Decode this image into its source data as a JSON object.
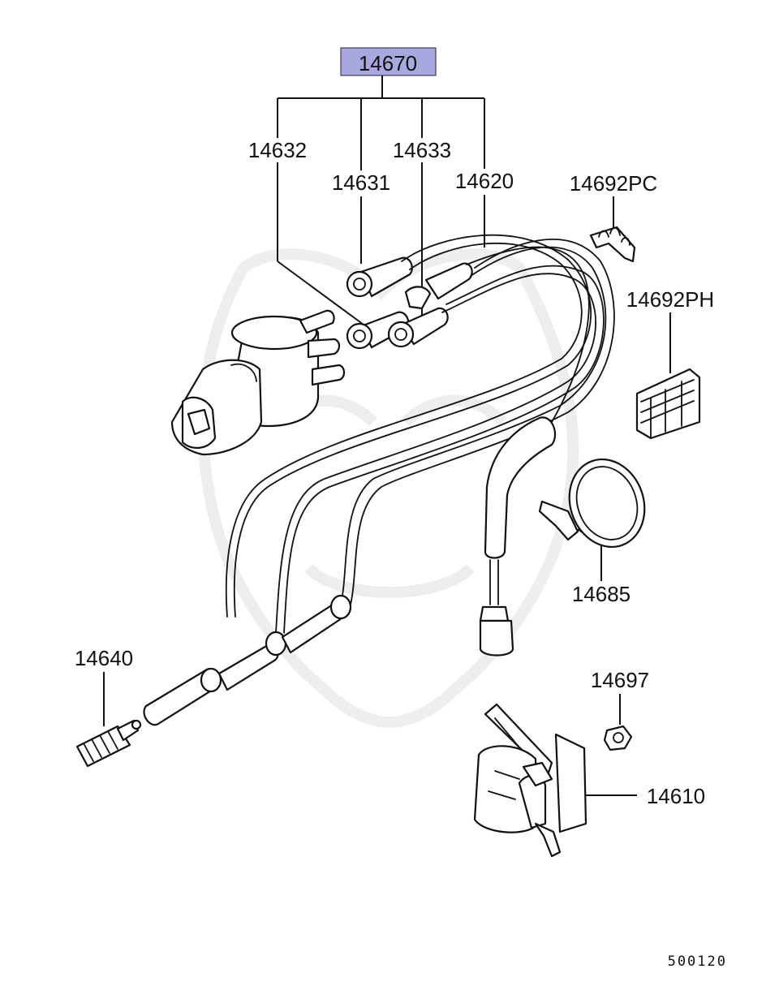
{
  "highlight_color": "#a8a8e0",
  "assembly": {
    "number": "14670"
  },
  "labels": {
    "p14632": "14632",
    "p14631": "14631",
    "p14633": "14633",
    "p14620": "14620",
    "p14692pc": "14692PC",
    "p14692ph": "14692PH",
    "p14685": "14685",
    "p14640": "14640",
    "p14697": "14697",
    "p14610": "14610"
  },
  "diagram_code": "500120"
}
